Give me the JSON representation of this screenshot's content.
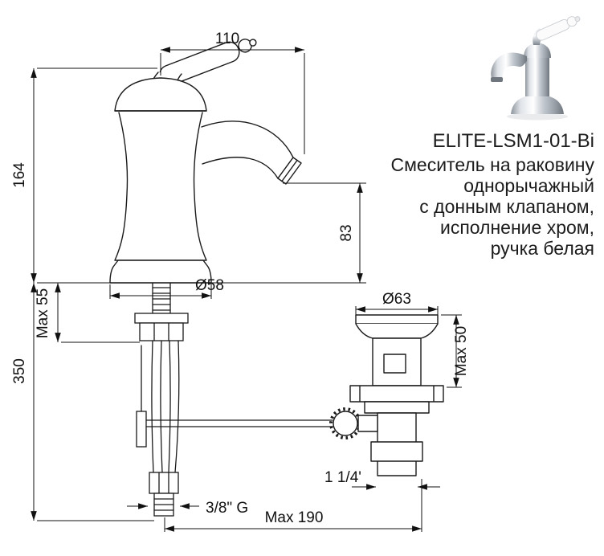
{
  "product": {
    "code": "ELITE-LSM1-01-Bi",
    "description_lines": [
      "Смеситель на раковину",
      "однорычажный",
      "с донным клапаном,",
      "исполнение хром,",
      "ручка белая"
    ]
  },
  "dimensions": {
    "spout_reach": "110",
    "height_to_deck": "164",
    "spout_outlet_height": "83",
    "base_diameter": "Ø58",
    "max_deck_thickness": "Max 55",
    "hose_length": "350",
    "drain_flange_diameter": "Ø63",
    "drain_max_deck": "Max 50",
    "supply_connection": "3/8\" G",
    "drain_connection": "1 1/4'",
    "max_reach": "Max 190"
  },
  "colors": {
    "line": "#1a1a1a",
    "text": "#111111"
  }
}
